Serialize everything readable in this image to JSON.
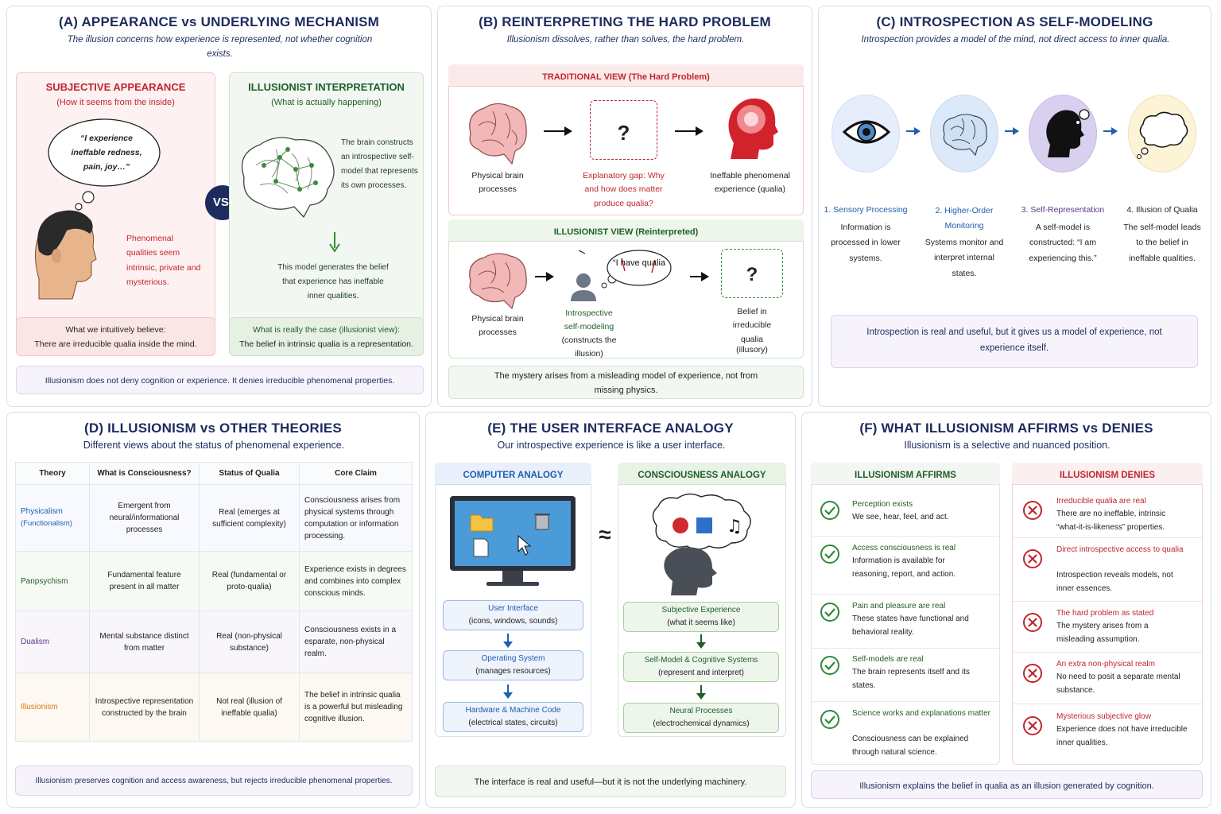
{
  "panelA": {
    "title": "(A)  APPEARANCE vs UNDERLYING MECHANISM",
    "subtitle": "The illusion concerns how experience is represented, not whether cognition exists.",
    "left": {
      "title": "SUBJECTIVE APPEARANCE",
      "subtitle": "(How it seems from the inside)",
      "thought": "“I experience ineffable redness, pain, joy…”",
      "note": "Phenomenal qualities seem intrinsic, private and mysterious.",
      "belief_title": "What we intuitively believe:",
      "belief": "There are irreducible qualia inside the mind."
    },
    "vs": "VS.",
    "right": {
      "title": "ILLUSIONIST INTERPRETATION",
      "subtitle": "(What is actually happening)",
      "note1": "The brain constructs an introspective self-model that represents its own processes.",
      "note2": "This model generates the belief that experience has ineffable inner qualities.",
      "case_title": "What is really the case (illusionist view):",
      "case": "The belief in intrinsic qualia is a representation."
    },
    "footer": "Illusionism does not deny cognition or experience. It denies irreducible phenomenal properties."
  },
  "panelB": {
    "title": "(B)  REINTERPRETING THE HARD PROBLEM",
    "subtitle": "Illusionism dissolves, rather than solves, the hard problem.",
    "trad": {
      "title": "TRADITIONAL VIEW (The Hard Problem)",
      "brain": "Physical brain processes",
      "gap": "Explanatory gap: Why and how does matter produce qualia?",
      "qmark": "?",
      "head": "Ineffable phenomenal experience (qualia)"
    },
    "ill": {
      "title": "ILLUSIONIST VIEW (Reinterpreted)",
      "brain": "Physical brain processes",
      "bubble": "“I have qualia",
      "model": "Introspective self-modeling",
      "model2": "(constructs the illusion)",
      "qmark": "?",
      "belief": "Belief in irreducible qualia",
      "belief2": "(illusory)"
    },
    "footer": "The mystery arises from a misleading model of experience, not from missing physics."
  },
  "panelC": {
    "title": "(C)  INTROSPECTION AS SELF-MODELING",
    "subtitle": "Introspection provides a model of the mind, not direct access to inner qualia.",
    "steps": [
      {
        "title": "1. Sensory Processing",
        "text": "Information is processed in lower systems."
      },
      {
        "title": "2. Higher-Order Monitoring",
        "text": "Systems monitor and interpret internal states."
      },
      {
        "title": "3. Self-Representation",
        "text": "A self-model is constructed: “I am experiencing this.”"
      },
      {
        "title": "4. Illusion of Qualia",
        "text": "The self-model leads to the belief in ineffable qualities."
      }
    ],
    "footer": "Introspection is real and useful, but it gives us a model of experience, not experience itself."
  },
  "panelD": {
    "title": "(D)  ILLUSIONISM vs OTHER THEORIES",
    "subtitle": "Different views about the status of phenomenal experience.",
    "headers": [
      "Theory",
      "What is Consciousness?",
      "Status of Qualia",
      "Core Claim"
    ],
    "rows": [
      {
        "theory": "Physicalism",
        "theory2": "(Functionalism)",
        "what": "Emergent from neural/informational processes",
        "status": "Real (emerges at sufficient complexity)",
        "claim": "Consciousness arises from physical systems through computation or information processing."
      },
      {
        "theory": "Panpsychism",
        "theory2": "",
        "what": "Fundamental feature present in all matter",
        "status": "Real (fundamental or proto-qualia)",
        "claim": "Experience exists in degrees and combines into complex conscious minds."
      },
      {
        "theory": "Dualism",
        "theory2": "",
        "what": "Mental substance distinct from matter",
        "status": "Real (non-physical substance)",
        "claim": "Consciousness exists in a esparate, non-physical realm."
      },
      {
        "theory": "Illusionism",
        "theory2": "",
        "what": "Introspective representation constructed by the brain",
        "status": "Not real (illusion of ineffable qualia)",
        "claim": "The belief in intrinsic qualia is a powerful but misleading cognitive illusion."
      }
    ],
    "footer": "Illusionism preserves cognition and access awareness, but rejects irreducible phenomenal properties."
  },
  "panelE": {
    "title": "(E)  THE USER INTERFACE ANALOGY",
    "subtitle": "Our introspective experience is like a user interface.",
    "computer": {
      "title": "COMPUTER ANALOGY",
      "layers": [
        {
          "name": "User Interface",
          "desc": "(icons, windows, sounds)"
        },
        {
          "name": "Operating System",
          "desc": "(manages resources)"
        },
        {
          "name": "Hardware & Machine Code",
          "desc": "(electrical states, circuits)"
        }
      ]
    },
    "approx": "≈",
    "consciousness": {
      "title": "CONSCIOUSNESS ANALOGY",
      "layers": [
        {
          "name": "Subjective Experience",
          "desc": "(what it seems like)"
        },
        {
          "name": "Self-Model & Cognitive Systems",
          "desc": "(represent and interpret)"
        },
        {
          "name": "Neural Processes",
          "desc": "(electrochemical dynamics)"
        }
      ]
    },
    "footer": "The interface is real and useful—but it is not the underlying machinery."
  },
  "panelF": {
    "title": "(F)  WHAT ILLUSIONISM AFFIRMS vs DENIES",
    "subtitle": "Illusionism is a selective and nuanced position.",
    "affirms_title": "ILLUSIONISM AFFIRMS",
    "affirms": [
      {
        "title": "Perception exists",
        "text": "We see, hear, feel, and act."
      },
      {
        "title": "Access consciousness is real",
        "text": "Information is available for reasoning, report, and action."
      },
      {
        "title": "Pain and pleasure are real",
        "text": "These states have functional and behavioral reality."
      },
      {
        "title": "Self-models are real",
        "text": "The brain represents itself and its states."
      },
      {
        "title": "Science works and explanations matter",
        "text": "Consciousness can be explained through natural science."
      }
    ],
    "denies_title": "ILLUSIONISM DENIES",
    "denies": [
      {
        "title": "Irreducible qualia are real",
        "text": "There are no ineffable, intrinsic “what-it-is-likeness” properties."
      },
      {
        "title": "Direct introspective access to qualia",
        "text": "Introspection reveals models, not inner essences."
      },
      {
        "title": "The hard problem as stated",
        "text": "The mystery arises from a misleading assumption."
      },
      {
        "title": "An extra non-physical realm",
        "text": "No need to posit a separate mental substance."
      },
      {
        "title": "Mysterious subjective glow",
        "text": "Experience does not have irreducible inner qualities."
      }
    ],
    "footer": "Illusionism explains the belief in qualia as an illusion generated by cognition."
  },
  "colors": {
    "navy": "#1d2b5e",
    "red": "#c0262d",
    "green": "#1f5e2a",
    "purple": "#5b3a8c",
    "orange": "#d97a12",
    "blue": "#1e5fae"
  }
}
